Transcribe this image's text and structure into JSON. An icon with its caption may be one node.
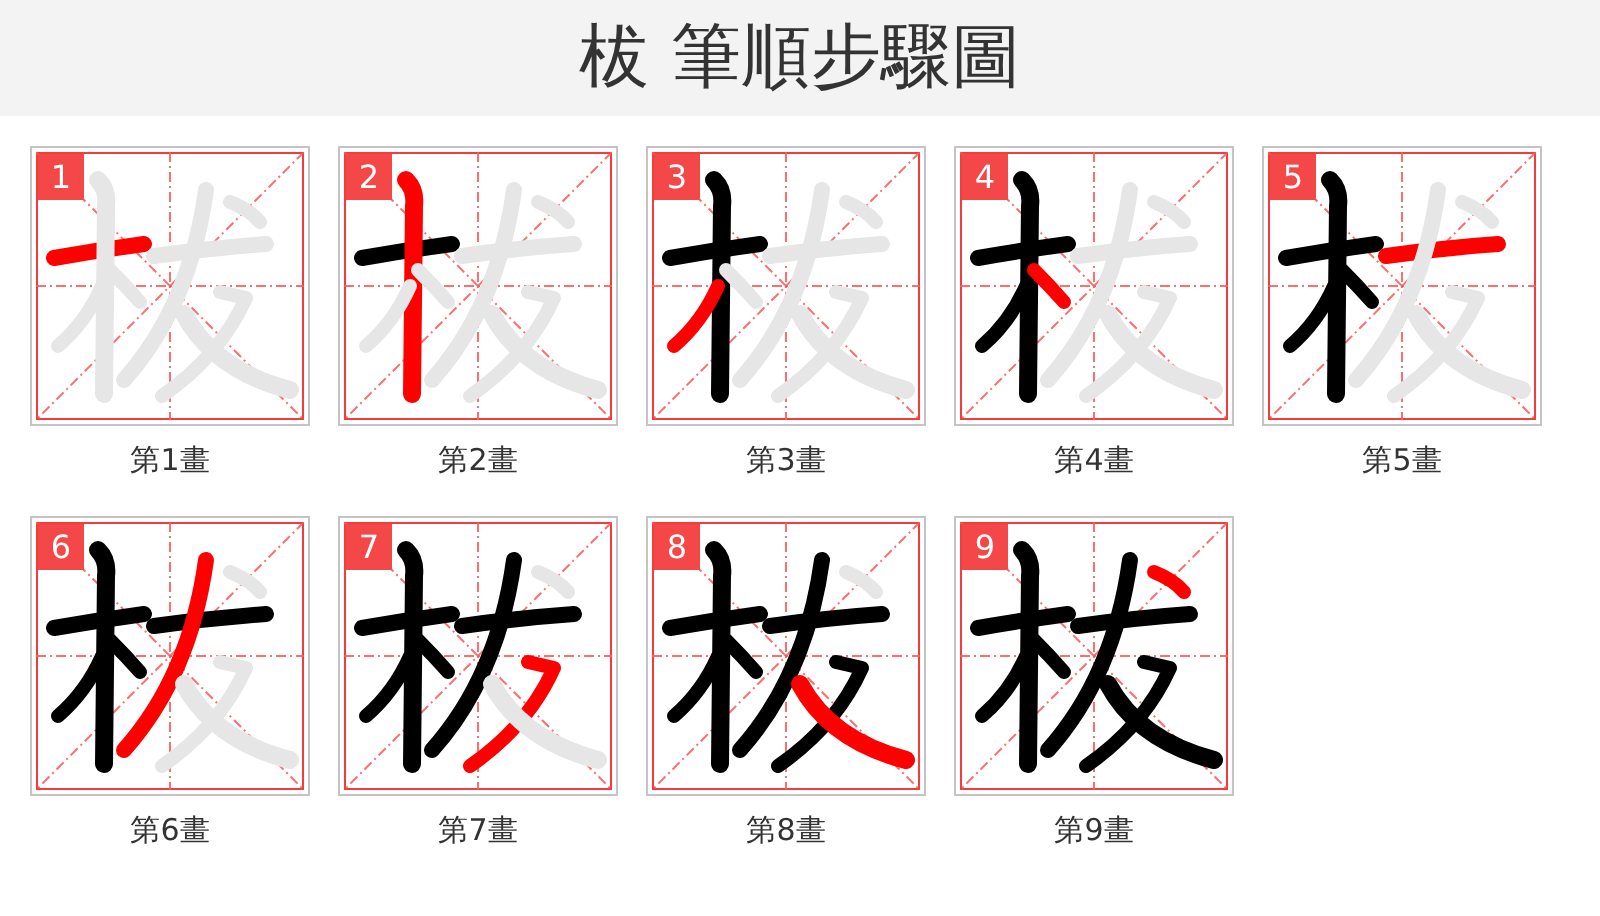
{
  "diagram": {
    "title": "柭 筆順步驟圖",
    "nodes": [
      {
        "text": [
          "1"
        ],
        "beside": [
          "第1畫"
        ]
      },
      {
        "text": [
          "2"
        ],
        "beside": [
          "第2畫"
        ]
      },
      {
        "text": [
          "3"
        ],
        "beside": [
          "第3畫"
        ]
      },
      {
        "text": [
          "4"
        ],
        "beside": [
          "第4畫"
        ]
      },
      {
        "text": [
          "5"
        ],
        "beside": [
          "第5畫"
        ]
      },
      {
        "text": [
          "6"
        ],
        "beside": [
          "第6畫"
        ]
      },
      {
        "text": [
          "7"
        ],
        "beside": [
          "第7畫"
        ]
      },
      {
        "text": [
          "8"
        ],
        "beside": [
          "第8畫"
        ]
      },
      {
        "text": [
          "9"
        ],
        "beside": [
          "第9畫"
        ]
      }
    ]
  }
}
